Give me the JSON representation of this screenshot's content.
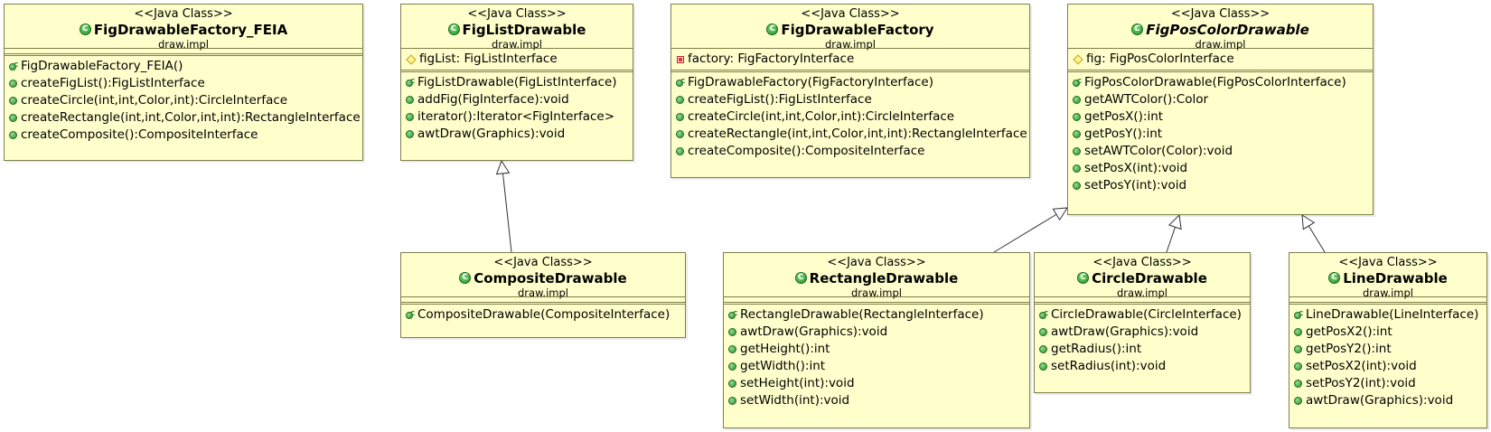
{
  "stereotype": "<<Java Class>>",
  "class_icon": "class-icon",
  "classes": [
    {
      "key": "feia",
      "name": "FigDrawableFactory_FEIA",
      "package": "draw.impl",
      "abstract": false,
      "attributes": [],
      "operations": [
        {
          "vis": "constructor",
          "text": "FigDrawableFactory_FEIA()"
        },
        {
          "vis": "public",
          "text": "createFigList():FigListInterface"
        },
        {
          "vis": "public",
          "text": "createCircle(int,int,Color,int):CircleInterface"
        },
        {
          "vis": "public",
          "text": "createRectangle(int,int,Color,int,int):RectangleInterface"
        },
        {
          "vis": "public",
          "text": "createComposite():CompositeInterface"
        }
      ]
    },
    {
      "key": "figlist",
      "name": "FigListDrawable",
      "package": "draw.impl",
      "abstract": false,
      "attributes": [
        {
          "vis": "protected",
          "text": "figList: FigListInterface"
        }
      ],
      "operations": [
        {
          "vis": "constructor",
          "text": "FigListDrawable(FigListInterface)"
        },
        {
          "vis": "public",
          "text": "addFig(FigInterface):void"
        },
        {
          "vis": "public",
          "text": "iterator():Iterator<FigInterface>"
        },
        {
          "vis": "public",
          "text": "awtDraw(Graphics):void"
        }
      ]
    },
    {
      "key": "factory",
      "name": "FigDrawableFactory",
      "package": "draw.impl",
      "abstract": false,
      "attributes": [
        {
          "vis": "private",
          "text": "factory: FigFactoryInterface"
        }
      ],
      "operations": [
        {
          "vis": "constructor",
          "text": "FigDrawableFactory(FigFactoryInterface)"
        },
        {
          "vis": "public",
          "text": "createFigList():FigListInterface"
        },
        {
          "vis": "public",
          "text": "createCircle(int,int,Color,int):CircleInterface"
        },
        {
          "vis": "public",
          "text": "createRectangle(int,int,Color,int,int):RectangleInterface"
        },
        {
          "vis": "public",
          "text": "createComposite():CompositeInterface"
        }
      ]
    },
    {
      "key": "figpos",
      "name": "FigPosColorDrawable",
      "package": "draw.impl",
      "abstract": true,
      "attributes": [
        {
          "vis": "protected",
          "text": "fig: FigPosColorInterface"
        }
      ],
      "operations": [
        {
          "vis": "constructor",
          "text": "FigPosColorDrawable(FigPosColorInterface)"
        },
        {
          "vis": "public",
          "text": "getAWTColor():Color"
        },
        {
          "vis": "public",
          "text": "getPosX():int"
        },
        {
          "vis": "public",
          "text": "getPosY():int"
        },
        {
          "vis": "public",
          "text": "setAWTColor(Color):void"
        },
        {
          "vis": "public",
          "text": "setPosX(int):void"
        },
        {
          "vis": "public",
          "text": "setPosY(int):void"
        }
      ]
    },
    {
      "key": "composite",
      "name": "CompositeDrawable",
      "package": "draw.impl",
      "abstract": false,
      "attributes": [],
      "operations": [
        {
          "vis": "constructor",
          "text": "CompositeDrawable(CompositeInterface)"
        }
      ]
    },
    {
      "key": "rect",
      "name": "RectangleDrawable",
      "package": "draw.impl",
      "abstract": false,
      "attributes": [],
      "operations": [
        {
          "vis": "constructor",
          "text": "RectangleDrawable(RectangleInterface)"
        },
        {
          "vis": "public",
          "text": "awtDraw(Graphics):void"
        },
        {
          "vis": "public",
          "text": "getHeight():int"
        },
        {
          "vis": "public",
          "text": "getWidth():int"
        },
        {
          "vis": "public",
          "text": "setHeight(int):void"
        },
        {
          "vis": "public",
          "text": "setWidth(int):void"
        }
      ]
    },
    {
      "key": "circle",
      "name": "CircleDrawable",
      "package": "draw.impl",
      "abstract": false,
      "attributes": [],
      "operations": [
        {
          "vis": "constructor",
          "text": "CircleDrawable(CircleInterface)"
        },
        {
          "vis": "public",
          "text": "awtDraw(Graphics):void"
        },
        {
          "vis": "public",
          "text": "getRadius():int"
        },
        {
          "vis": "public",
          "text": "setRadius(int):void"
        }
      ]
    },
    {
      "key": "line",
      "name": "LineDrawable",
      "package": "draw.impl",
      "abstract": false,
      "attributes": [],
      "operations": [
        {
          "vis": "constructor",
          "text": "LineDrawable(LineInterface)"
        },
        {
          "vis": "public",
          "text": "getPosX2():int"
        },
        {
          "vis": "public",
          "text": "getPosY2():int"
        },
        {
          "vis": "public",
          "text": "setPosX2(int):void"
        },
        {
          "vis": "public",
          "text": "setPosY2(int):void"
        },
        {
          "vis": "public",
          "text": "awtDraw(Graphics):void"
        }
      ]
    }
  ],
  "relations": [
    {
      "type": "generalization",
      "from": "composite",
      "to": "figlist"
    },
    {
      "type": "generalization",
      "from": "rect",
      "to": "figpos"
    },
    {
      "type": "generalization",
      "from": "circle",
      "to": "figpos"
    },
    {
      "type": "generalization",
      "from": "line",
      "to": "figpos"
    }
  ]
}
